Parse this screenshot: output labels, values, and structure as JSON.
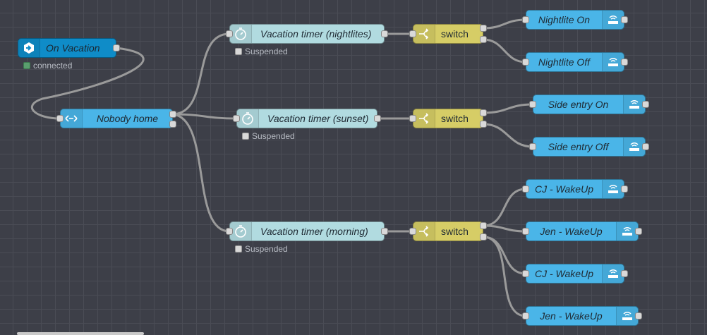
{
  "nodes": {
    "on_vacation": "On Vacation",
    "nobody_home": "Nobody home",
    "timer_nightlites": "Vacation timer (nightlites)",
    "timer_sunset": "Vacation timer (sunset)",
    "timer_morning": "Vacation timer (morning)",
    "switch_1": "switch",
    "switch_2": "switch",
    "switch_3": "switch",
    "nightlite_on": "Nightlite On",
    "nightlite_off": "Nightlite Off",
    "side_entry_on": "Side entry On",
    "side_entry_off": "Side entry Off",
    "cj_wakeup_1": "CJ - WakeUp",
    "jen_wakeup_1": "Jen - WakeUp",
    "cj_wakeup_2": "CJ - WakeUp",
    "jen_wakeup_2": "Jen - WakeUp"
  },
  "status": {
    "on_vacation": "connected",
    "timer_nightlites": "Suspended",
    "timer_sunset": "Suspended",
    "timer_morning": "Suspended"
  },
  "icons": {
    "inject": "arrow-in-hexagon-icon",
    "state": "bidirectional-arrow-icon",
    "timer": "stopwatch-icon",
    "switch": "fork-icon",
    "output": "router-wifi-icon"
  },
  "colors": {
    "canvas": "#3d3f48",
    "inject": "#0f8cc8",
    "timer": "#b1dbe0",
    "switch": "#d6cd66",
    "output": "#4ab5e8",
    "wire": "#999999"
  }
}
